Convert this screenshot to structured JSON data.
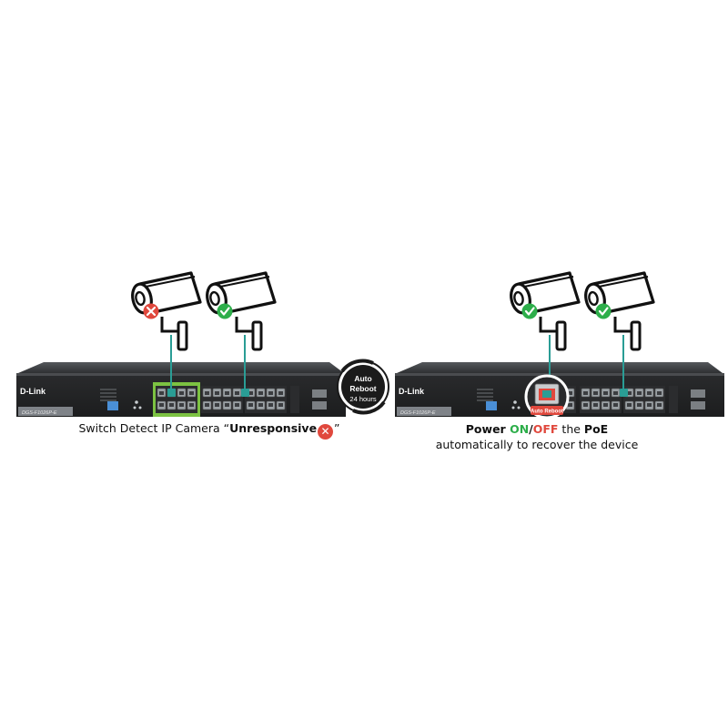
{
  "switch": {
    "brand": "D-Link",
    "model": "DGS-F1026P-E"
  },
  "auto_reboot": {
    "line1": "Auto",
    "line2": "Reboot",
    "line3": "24 hours"
  },
  "reboot_tag": "Auto Reboot",
  "left_caption": {
    "prefix": "Switch Detect IP Camera “",
    "emphasis": "Unresponsive",
    "badge": "✕",
    "suffix": "”"
  },
  "right_caption": {
    "power": "Power ",
    "on": "ON",
    "slash": "/",
    "off": "OFF",
    "the": " the ",
    "poe": "PoE",
    "line2": "automatically to recover the device"
  },
  "colors": {
    "ok": "#2dae4a",
    "fail": "#e0483d",
    "port_highlight": "#2a9d95",
    "cable": "#2a9d95",
    "switch_body": "#3a3b3d",
    "green_band": "#7cc242"
  },
  "camera_status": {
    "left_scene": [
      "x-icon",
      "check-icon"
    ],
    "right_scene": [
      "check-icon",
      "check-icon"
    ]
  }
}
